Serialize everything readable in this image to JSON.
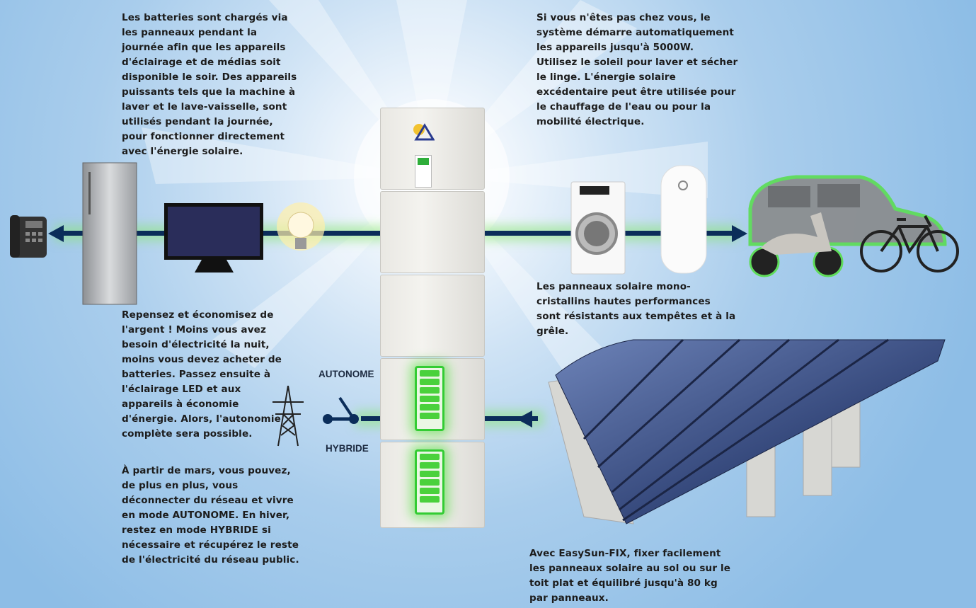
{
  "texts": {
    "top_left": "Les batteries sont chargés via\nles panneaux pendant la\njournée afin que les appareils\nd'éclairage et de médias soit\ndisponible le soir. Des appareils\npuissants tels que la machine à\nlaver et le lave-vaisselle, sont\nutilisés pendant la journée,\npour fonctionner directement\navec l'énergie solaire.",
    "top_right": "Si vous n'êtes pas chez vous, le\nsystème démarre automatiquement\nles appareils jusqu'à 5000W.\nUtilisez le soleil pour laver et sécher\nle linge. L'énergie solaire\nexcédentaire peut être utilisée pour\nle chauffage de l'eau ou pour la\nmobilité électrique.",
    "mid_left": "Repensez et économisez de\nl'argent ! Moins vous avez\nbesoin d'électricité la nuit,\nmoins vous devez acheter de\nbatteries. Passez ensuite à\nl'éclairage LED et aux\nappareils à économie\nd'énergie. Alors, l'autonomie\ncomplète sera possible.",
    "bottom_left": "À partir de mars, vous pouvez,\nde plus en plus, vous\ndéconnecter du réseau et vivre\nen mode AUTONOME. En hiver,\nrestez en mode HYBRIDE si\nnécessaire et récupérez le reste\nde l'électricité du réseau public.",
    "mid_right": "Les panneaux solaire mono-\ncristallins hautes performances\nsont résistants aux tempêtes et à la\ngrêle.",
    "bottom_right": "Avec EasySun-FIX, fixer facilement\nles panneaux solaire au sol ou sur le\ntoit plat et équilibré jusqu'à 80 kg\npar panneaux."
  },
  "labels": {
    "autonome": "AUTONOME",
    "hybride": "HYBRIDE"
  },
  "colors": {
    "line": "#0b2d5a",
    "glow": "#8ce678",
    "battery": "#4ad13c"
  }
}
